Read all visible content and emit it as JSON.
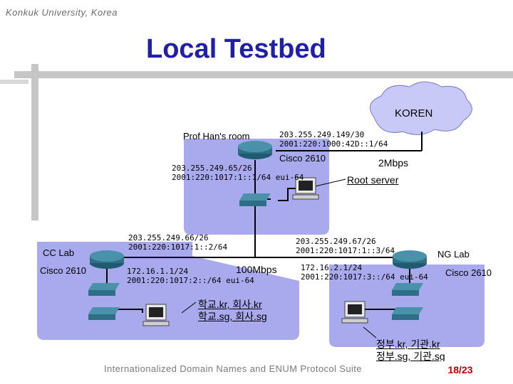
{
  "header": {
    "university": "Konkuk University, Korea"
  },
  "title": "Local Testbed",
  "cloud": {
    "label": "KOREN"
  },
  "top_room": {
    "name": "Prof Han's room",
    "uplink_ip4": "203.255.249.149/30",
    "uplink_ip6": "2001:220:1000:42D::1/64",
    "router_model": "Cisco 2610",
    "link_speed": "2Mbps",
    "lan_ip4": "203.255.249.65/26",
    "lan_ip6": "2001:220:1017:1::1/64 eui-64",
    "server_label": "Root server"
  },
  "cc_lab": {
    "name": "CC Lab",
    "router_model": "Cisco 2610",
    "up_ip4": "203.255.249.66/26",
    "up_ip6": "2001:220:1017:1::2/64",
    "lan_ip4": "172.16.1.1/24",
    "lan_ip6": "2001:220:1017:2::/64 eui-64",
    "domains_line1": "학교.kr, 회사.kr",
    "domains_line2": "학교.sg, 회사.sg"
  },
  "backbone": {
    "speed": "100Mbps"
  },
  "ng_lab": {
    "name": "NG Lab",
    "router_model": "Cisco 2610",
    "up_ip4": "203.255.249.67/26",
    "up_ip6": "2001:220:1017:1::3/64",
    "lan_ip4": "172.16.2.1/24",
    "lan_ip6": "2001:220:1017:3::/64 eui-64",
    "domains_line1": "정부.kr, 기관.kr",
    "domains_line2": "정부.sg, 기관.sg"
  },
  "footer": {
    "text": "Internationalized Domain Names and ENUM Protocol Suite",
    "page": "18/23"
  },
  "colors": {
    "title": "#1f1fa8",
    "region": "#a9a9ee",
    "cloud": "#c9c9f8",
    "router": "#2f6f86",
    "page_no": "#c00000"
  }
}
